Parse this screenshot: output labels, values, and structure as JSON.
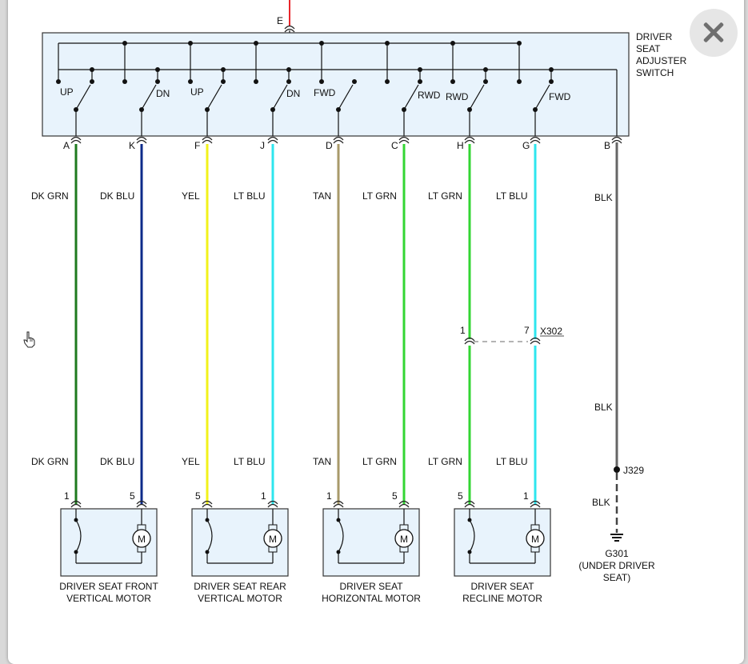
{
  "switch": {
    "title": [
      "DRIVER",
      "SEAT",
      "ADJUSTER",
      "SWITCH"
    ],
    "input_pin": "E",
    "input_wire_color": "#e8262b",
    "contact_labels": [
      "UP",
      "DN",
      "UP",
      "DN",
      "FWD",
      "RWD",
      "RWD",
      "FWD"
    ]
  },
  "circuits": [
    {
      "pin": "A",
      "color_name": "DK GRN",
      "color_hex": "#1e7a1e",
      "motor_terminal": "1"
    },
    {
      "pin": "K",
      "color_name": "DK BLU",
      "color_hex": "#0d2a8a",
      "motor_terminal": "5"
    },
    {
      "pin": "F",
      "color_name": "YEL",
      "color_hex": "#f2f21a",
      "motor_terminal": "5"
    },
    {
      "pin": "J",
      "color_name": "LT BLU",
      "color_hex": "#2ee6ee",
      "motor_terminal": "1"
    },
    {
      "pin": "D",
      "color_name": "TAN",
      "color_hex": "#a89a6a",
      "motor_terminal": "1"
    },
    {
      "pin": "C",
      "color_name": "LT GRN",
      "color_hex": "#33d633",
      "motor_terminal": "5"
    },
    {
      "pin": "H",
      "color_name": "LT GRN",
      "color_hex": "#33d633",
      "motor_terminal": "5"
    },
    {
      "pin": "G",
      "color_name": "LT BLU",
      "color_hex": "#2ee6ee",
      "motor_terminal": "1"
    }
  ],
  "connector": {
    "name": "X302",
    "pin_h": "1",
    "pin_g": "7"
  },
  "ground": {
    "pin": "B",
    "color_name": "BLK",
    "color_hex": "#666666",
    "splice": "J329",
    "ground_name": "G301",
    "ground_location": [
      "(UNDER DRIVER",
      "SEAT)"
    ]
  },
  "motors": [
    {
      "name": [
        "DRIVER SEAT FRONT",
        "VERTICAL MOTOR"
      ],
      "symbol": "M"
    },
    {
      "name": [
        "DRIVER SEAT REAR",
        "VERTICAL MOTOR"
      ],
      "symbol": "M"
    },
    {
      "name": [
        "DRIVER SEAT",
        "HORIZONTAL MOTOR"
      ],
      "symbol": "M"
    },
    {
      "name": [
        "DRIVER SEAT",
        "RECLINE MOTOR"
      ],
      "symbol": "M"
    }
  ]
}
